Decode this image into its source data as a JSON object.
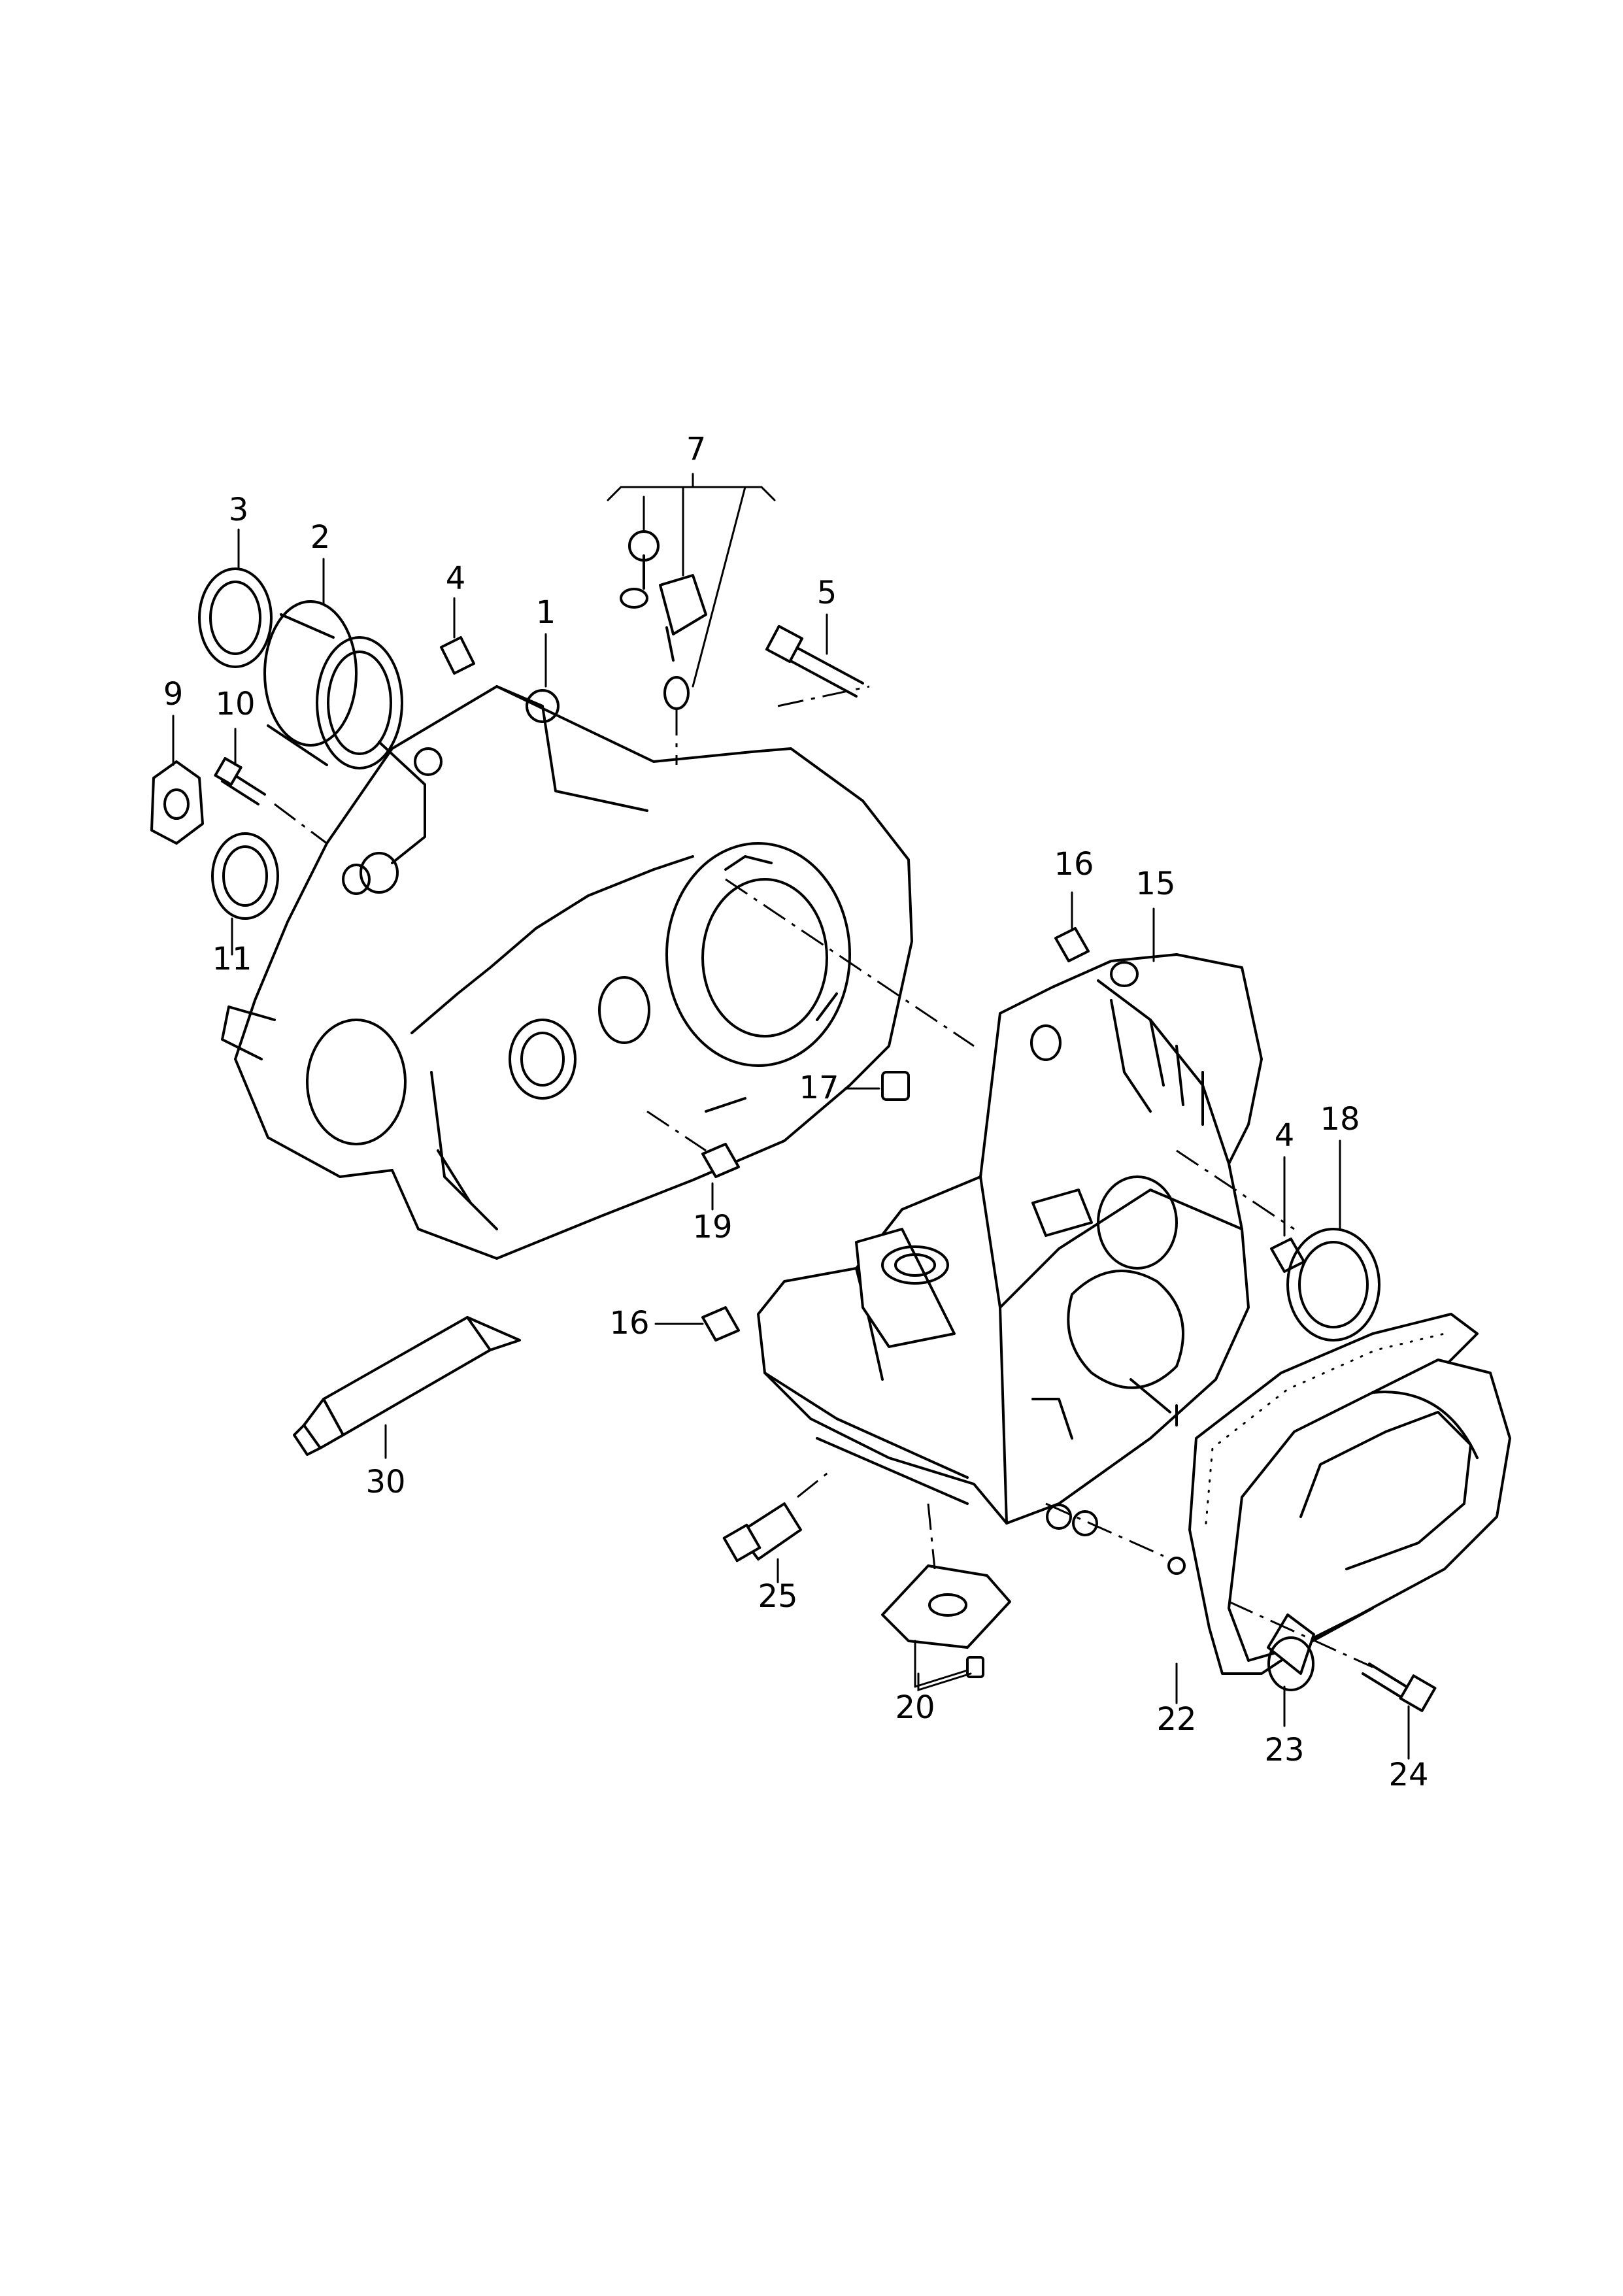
{
  "callouts": [
    {
      "id": "1",
      "text": "1"
    },
    {
      "id": "2",
      "text": "2"
    },
    {
      "id": "3",
      "text": "3"
    },
    {
      "id": "4a",
      "text": "4"
    },
    {
      "id": "4b",
      "text": "4"
    },
    {
      "id": "5",
      "text": "5"
    },
    {
      "id": "7",
      "text": "7"
    },
    {
      "id": "9",
      "text": "9"
    },
    {
      "id": "10",
      "text": "10"
    },
    {
      "id": "11",
      "text": "11"
    },
    {
      "id": "15",
      "text": "15"
    },
    {
      "id": "16a",
      "text": "16"
    },
    {
      "id": "16b",
      "text": "16"
    },
    {
      "id": "17",
      "text": "17"
    },
    {
      "id": "18",
      "text": "18"
    },
    {
      "id": "19",
      "text": "19"
    },
    {
      "id": "20",
      "text": "20"
    },
    {
      "id": "22",
      "text": "22"
    },
    {
      "id": "23",
      "text": "23"
    },
    {
      "id": "24",
      "text": "24"
    },
    {
      "id": "25",
      "text": "25"
    },
    {
      "id": "30",
      "text": "30"
    }
  ]
}
